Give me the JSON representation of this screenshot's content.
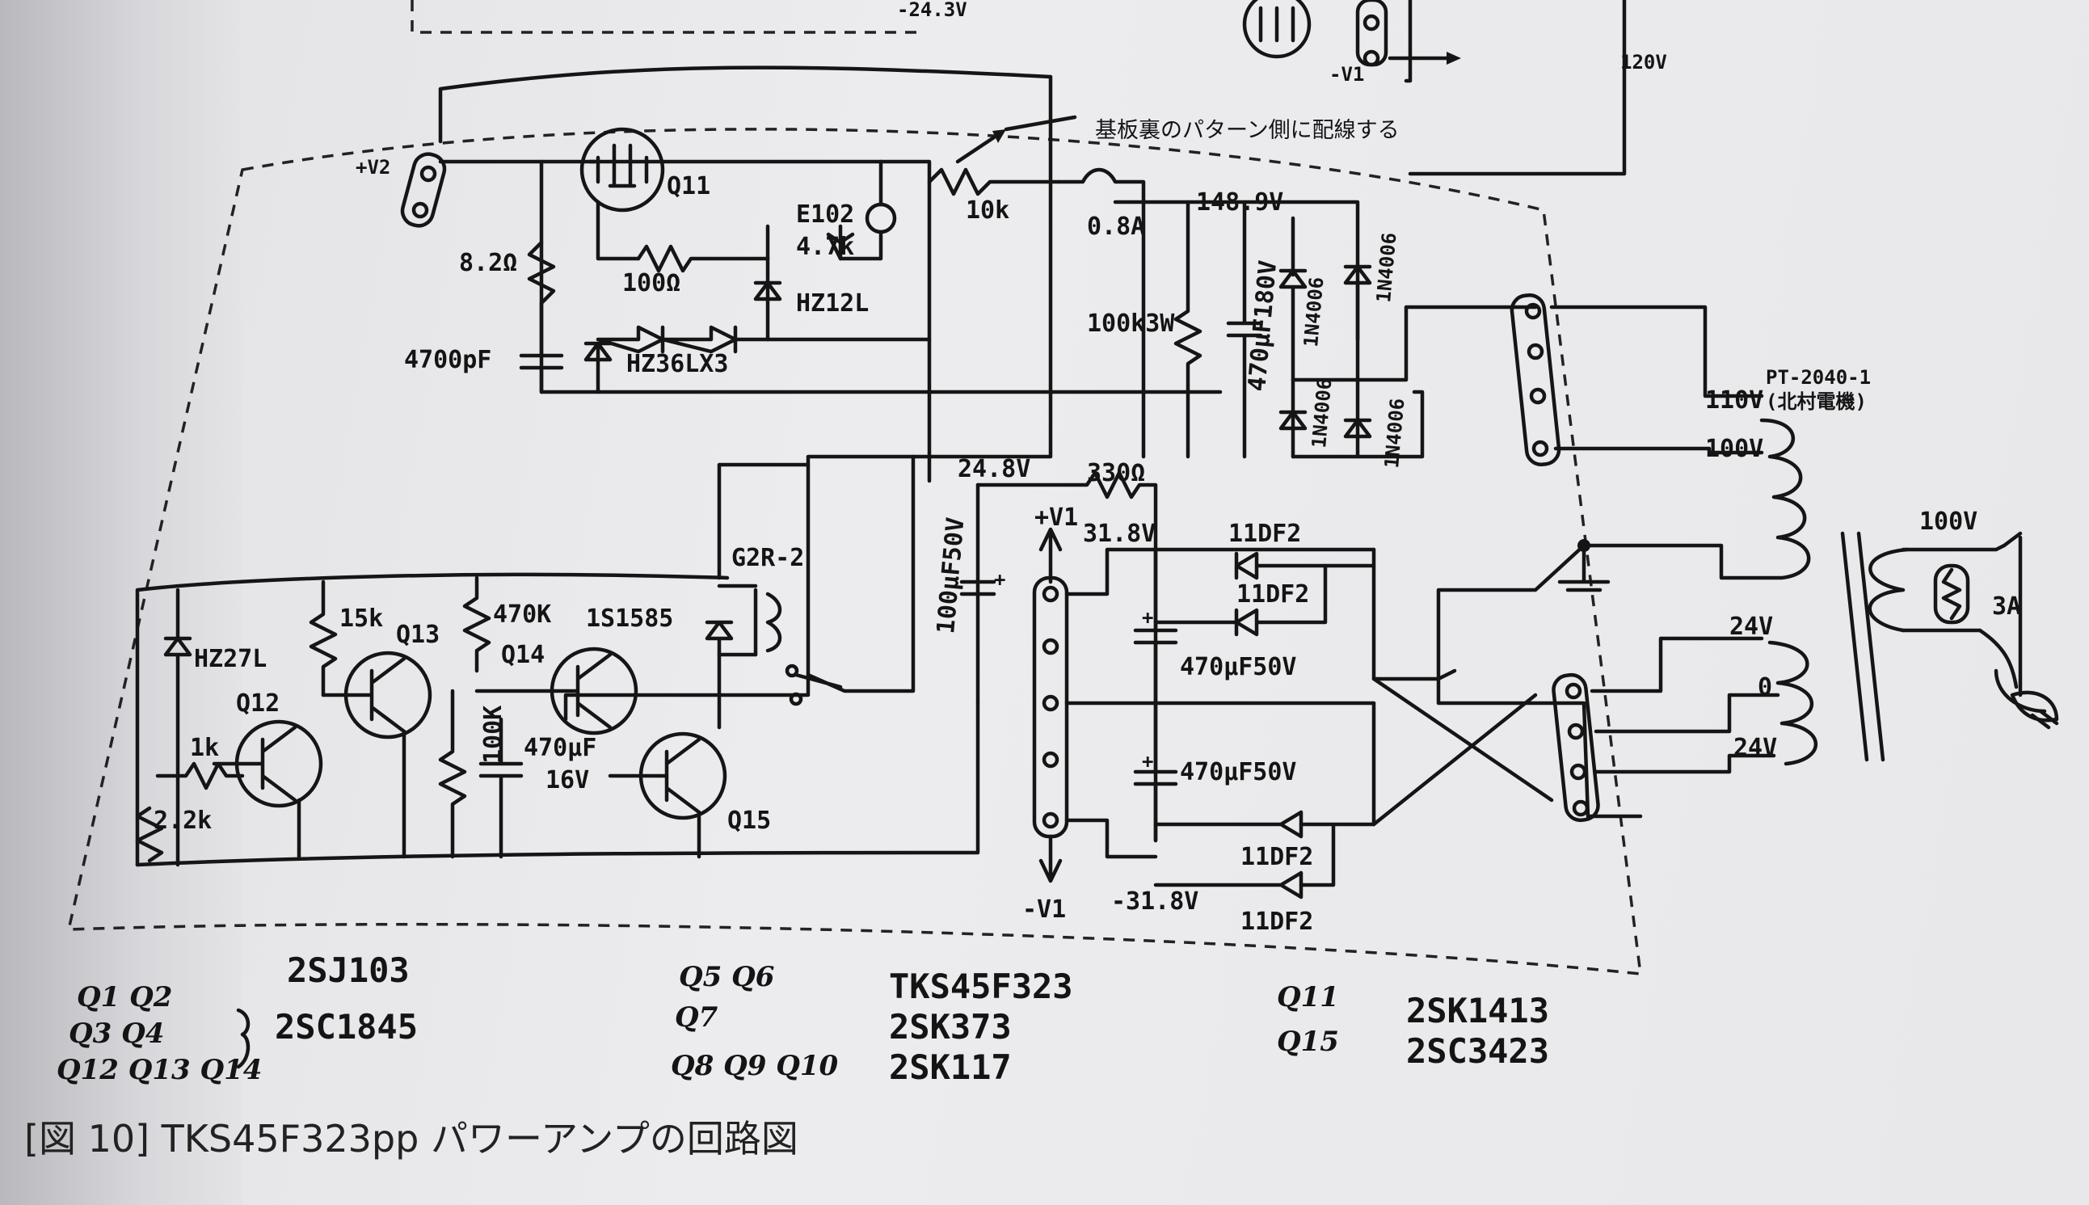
{
  "caption": "[図 10]  TKS45F323pp パワーアンプの回路図",
  "annotation_note": "基板裏のパターン側に配線する",
  "top_fragment": {
    "voltage": "-24.3V",
    "rail": "-V1",
    "right_voltage": "120V"
  },
  "rails": {
    "plus_v2": "+V2",
    "plus_v1": "+V1",
    "minus_v1": "-V1"
  },
  "voltages": {
    "v148": "148.9V",
    "v24_8": "24.8V",
    "v31_8": "31.8V",
    "vm31_8": "-31.8V"
  },
  "resistors": {
    "r8_2": "8.2Ω",
    "r100": "100Ω",
    "r4_7k": "4.7k",
    "r10k": "10k",
    "r100k3w": "100k3W",
    "r330": "330Ω",
    "r15k": "15k",
    "r470k": "470K",
    "r100k": "100K",
    "r1k": "1k",
    "r2_2k": "2.2k"
  },
  "capacitors": {
    "c4700p": "4700pF",
    "c470u180": "470μF180V",
    "c100u50": "100μF50V",
    "c470u16": "470μF",
    "c470u16_v": "16V",
    "c470u50_a": "470μF50V",
    "c470u50_b": "470μF50V"
  },
  "fuses": {
    "f08": "0.8A",
    "f3": "3A"
  },
  "semis": {
    "q11": "Q11",
    "q12": "Q12",
    "q13": "Q13",
    "q14": "Q14",
    "q15": "Q15",
    "e102": "E102",
    "hz12l": "HZ12L",
    "hz36": "HZ36LX3",
    "hz27l": "HZ27L",
    "s1585": "1S1585",
    "relay": "G2R-2",
    "d1n4006_a": "1N4006",
    "d1n4006_b": "1N4006",
    "d1n4006_c": "1N4006",
    "d1n4006_d": "1N4006",
    "d11df2_a": "11DF2",
    "d11df2_b": "11DF2",
    "d11df2_c": "11DF2",
    "d11df2_d": "11DF2"
  },
  "transformer": {
    "name": "PT-2040-1",
    "maker": "(北村電機)",
    "tap_110": "110V",
    "tap_100": "100V",
    "tap_24a": "24V",
    "tap_0": "0",
    "tap_24b": "24V",
    "primary": "100V"
  },
  "parts_list": {
    "g1_q": "Q1 Q2",
    "g1_part": "2SJ103",
    "g2_q1": "Q3 Q4",
    "g2_q2": "Q12 Q13 Q14",
    "g2_part": "2SC1845",
    "g3_q": "Q5 Q6",
    "g3_part": "TKS45F323",
    "g4_q": "Q7",
    "g4_part": "2SK373",
    "g5_q": "Q8 Q9 Q10",
    "g5_part": "2SK117",
    "g6_q": "Q11",
    "g6_part": "2SK1413",
    "g7_q": "Q15",
    "g7_part": "2SC3423"
  }
}
